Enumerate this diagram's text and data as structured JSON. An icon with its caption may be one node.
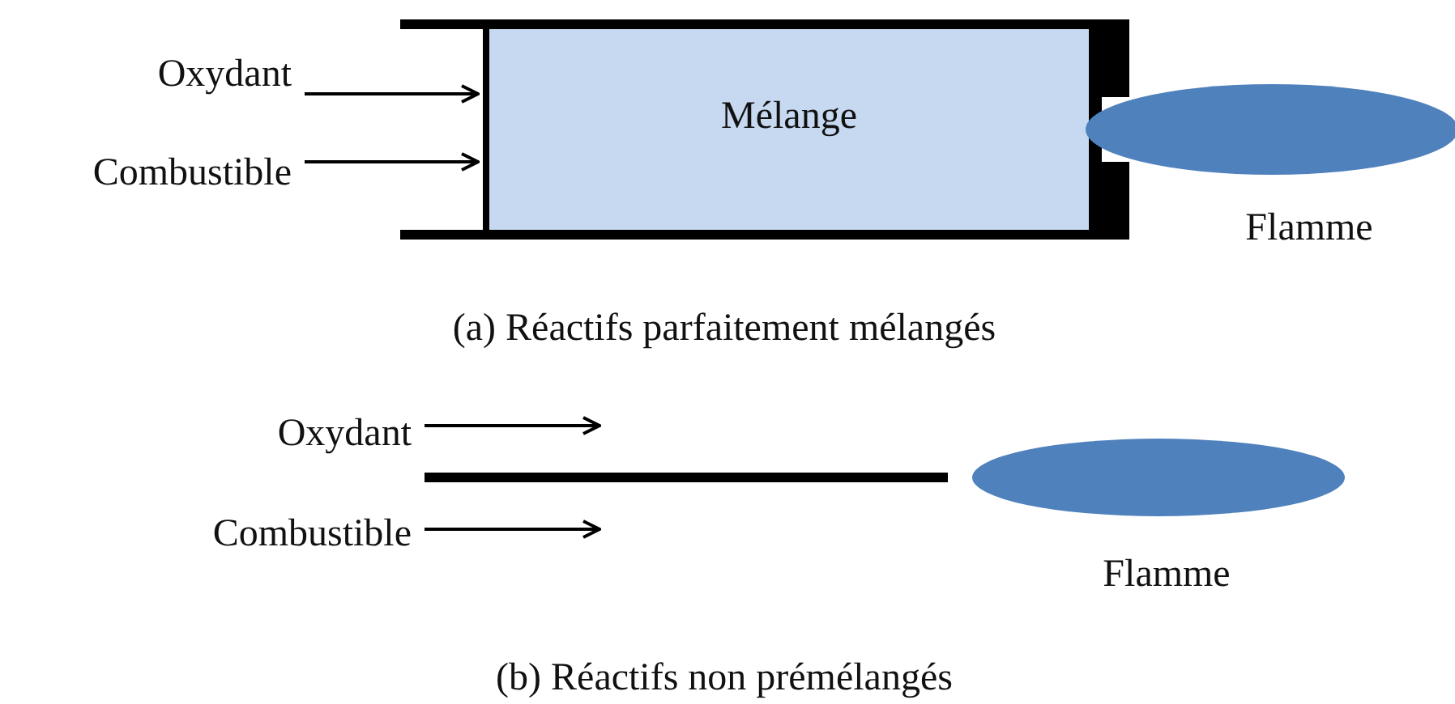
{
  "diagram": {
    "nodes": [
      {
        "text": [
          "Oxydant"
        ]
      },
      {
        "text": [
          "Combustible"
        ]
      },
      {
        "text": [
          "Mélange"
        ]
      },
      {
        "text": [],
        "shape": "ellipse",
        "beside": [
          "Flamme"
        ]
      },
      {
        "text": [
          "Oxydant"
        ]
      },
      {
        "text": [
          "Combustible"
        ]
      },
      {
        "text": [],
        "shape": "ellipse",
        "beside": [
          "Flamme"
        ]
      }
    ],
    "edges": [
      {
        "from": 0,
        "to": 2,
        "arrow": "to"
      },
      {
        "from": 1,
        "to": 2,
        "arrow": "to"
      },
      {
        "from": 4,
        "to": null,
        "arrow": "to"
      },
      {
        "from": 5,
        "to": null,
        "arrow": "to"
      }
    ],
    "labels": [
      "(a) Réactifs parfaitement mélangés",
      "(b) Réactifs non prémélangés"
    ]
  }
}
